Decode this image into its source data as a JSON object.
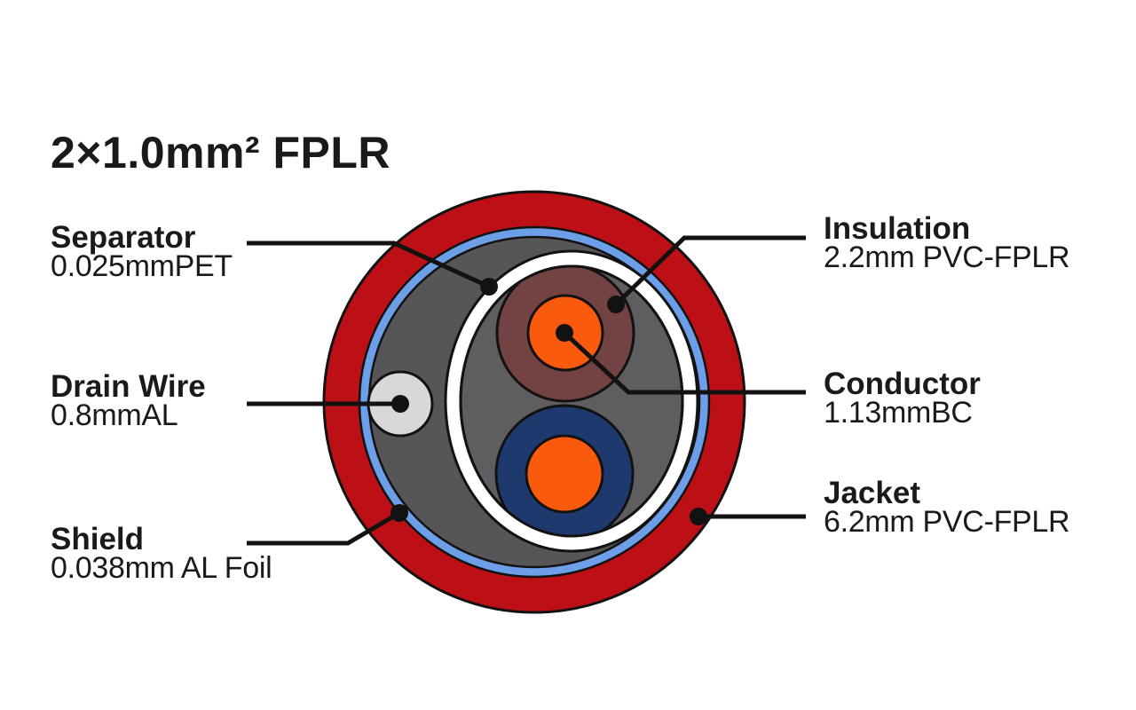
{
  "title": "2×1.0mm² FPLR",
  "labels": {
    "separator": {
      "name": "Separator",
      "spec": "0.025mmPET"
    },
    "drain_wire": {
      "name": "Drain Wire",
      "spec": "0.8mmAL"
    },
    "shield": {
      "name": "Shield",
      "spec": "0.038mm AL Foil"
    },
    "insulation": {
      "name": "Insulation",
      "spec": "2.2mm PVC-FPLR"
    },
    "conductor": {
      "name": "Conductor",
      "spec": "1.13mmBC"
    },
    "jacket": {
      "name": "Jacket",
      "spec": "6.2mm PVC-FPLR"
    }
  },
  "colors": {
    "jacket": "#BD1016",
    "binder": "#6D9EE8",
    "shield": "#565659",
    "inner": "#5E5E60",
    "separator": "#FFFFFF",
    "insulation_wire1": "#734243",
    "insulation_wire2": "#1E396E",
    "conductor": "#F95A0D",
    "drain": "#D8D8D8",
    "outline": "#121212",
    "line": "#121212",
    "text": "#1A1A1A",
    "background": "#FFFFFF"
  }
}
